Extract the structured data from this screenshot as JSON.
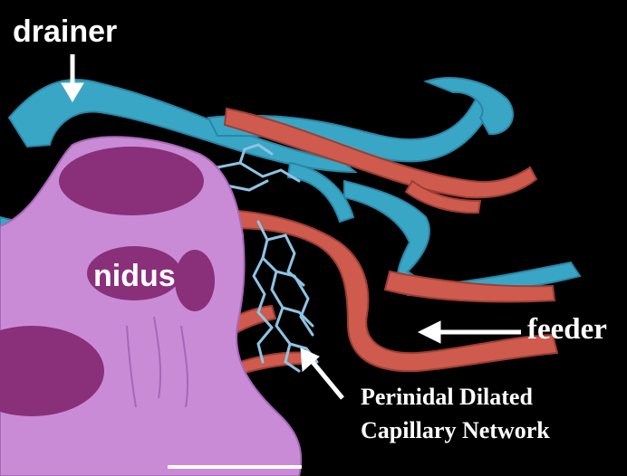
{
  "labels": {
    "drainer": "drainer",
    "nidus": "nidus",
    "feeder": "feeder",
    "capillary_line1": "Perinidal Dilated",
    "capillary_line2": "Capillary Network"
  },
  "colors": {
    "background": "#000000",
    "drainer_vessels": "#3aa6c6",
    "feeder_vessels": "#cf5a4e",
    "nidus": "#c98bd6",
    "nidus_dark": "#8a2f7a",
    "capillary": "#8fc3e4",
    "annotation": "#ffffff"
  }
}
